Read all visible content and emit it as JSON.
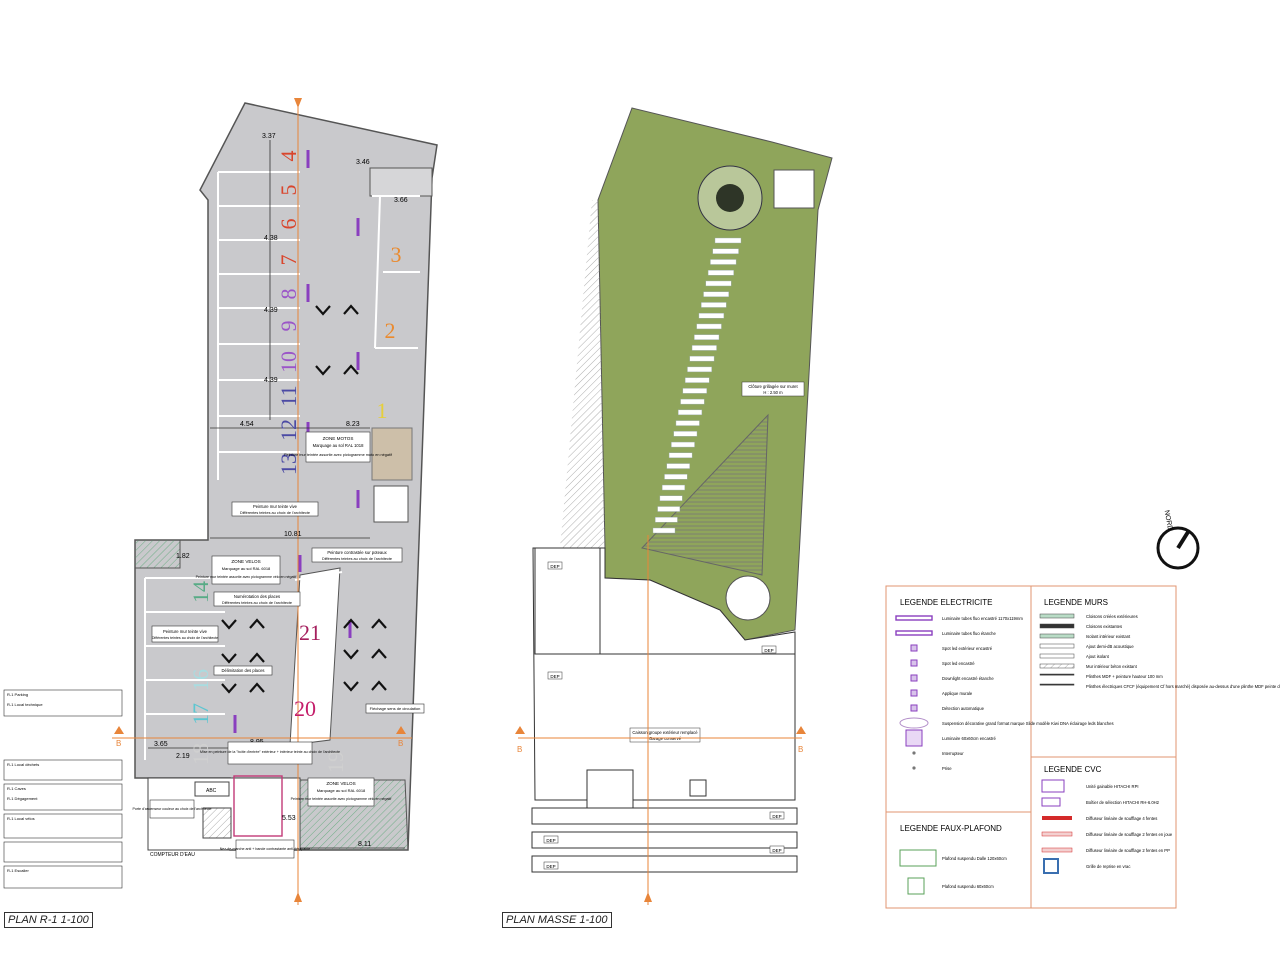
{
  "titles": {
    "plan_r1": "PLAN R-1 1-100",
    "plan_masse": "PLAN MASSE 1-100"
  },
  "colors": {
    "floor": "#c9c9cc",
    "lawn": "#8fa55b",
    "axis": "#e8853a",
    "legend_border": "#e29570",
    "purple": "#8a3fbf",
    "hatch_green": "#9cc3a8"
  },
  "parking_numbers": [
    {
      "label": "4",
      "color": "#d9452c"
    },
    {
      "label": "5",
      "color": "#d9452c"
    },
    {
      "label": "6",
      "color": "#d9452c"
    },
    {
      "label": "7",
      "color": "#d9452c"
    },
    {
      "label": "8",
      "color": "#9b55c8"
    },
    {
      "label": "9",
      "color": "#9b55c8"
    },
    {
      "label": "10",
      "color": "#9b55c8"
    },
    {
      "label": "11",
      "color": "#4b4aa4"
    },
    {
      "label": "12",
      "color": "#4b4aa4"
    },
    {
      "label": "13",
      "color": "#4b4aa4"
    },
    {
      "label": "3",
      "color": "#ea8a2e"
    },
    {
      "label": "2",
      "color": "#ea8a2e"
    },
    {
      "label": "1",
      "color": "#e6cf3a"
    },
    {
      "label": "14",
      "color": "#58ab86"
    },
    {
      "label": "16",
      "color": "#a8dce0"
    },
    {
      "label": "17",
      "color": "#5cc6d1"
    },
    {
      "label": "18",
      "color": "#d0d0d0"
    },
    {
      "label": "21",
      "color": "#a5205e"
    },
    {
      "label": "20",
      "color": "#c41d6a"
    },
    {
      "label": "19",
      "color": "#d0d0d0"
    }
  ],
  "dimensions": {
    "d1": "3.37",
    "d2": "3.46",
    "d3": "3.66",
    "d4": "4.38",
    "d5": "4.39",
    "d6": "4.39",
    "d7": "4.54",
    "d8": "8.23",
    "d9": "10.81",
    "d10": "1.82",
    "d11": "3.65",
    "d12": "8.95",
    "d13": "2.19",
    "d14": "5.53",
    "d15": "8.11"
  },
  "annotations": {
    "zone_motos": "ZONE MOTOS",
    "zone_motos_l2": "Marquage au sol RAL 1018",
    "peinture_motos": "Peinture mur teintée assortie avec pictogramme moto en négatif",
    "peinture_mur": "Peinture mur teinte vive",
    "peinture_mur_l2": "Différentes teintes au choix de l'architecte",
    "peinture_poteaux": "Peinture contrastée sur poteaux",
    "peinture_poteaux_l2": "Différentes teintes au choix de l'architecte",
    "zone_velos": "ZONE VELOS",
    "zone_velos_l2": "Marquage au sol RAL 6018",
    "peinture_velo": "Peinture mur teintée assortie avec pictogramme vélo en négatif",
    "numerotation": "Numérotation des places",
    "numerotation_l2": "Différentes teintes au choix de l'architecte",
    "peinture_mur2": "Peinture mur teinte vive",
    "peinture_mur2_l2": "Différentes teintes au choix de l'architecte",
    "delimitation": "Délimitation des places",
    "flechage": "Fléchage sens de circulation",
    "mise_peinture": "Mise en peinture de la \"boîte d'entrée\" extérieur + intérieur teinte au choix de l'architecte",
    "zone_velos2": "ZONE VELOS",
    "zone_velos2_l2": "Marquage au sol RAL 6018",
    "peinture_velo2": "Peinture mur teintée assortie avec pictogramme vélo en négatif",
    "nez_marche": "Nez-de-marche anti + bande contrastante anti-dérapante",
    "porte_couleur": "Porte d'ascenseur couleur au choix de l'architecte",
    "compteur": "COMPTEUR D'EAU",
    "abc": "ABC",
    "cloture": "Clôture grillagée sur muret",
    "cloture_l2": "H : 2.50 m",
    "caisson": "Caisson groupe extérieur remplacé",
    "caisson_l2": "Garage conservé",
    "dep": "DEP",
    "nord": "NORD",
    "axis_b": "B"
  },
  "left_table": [
    "R-1 Parking",
    "R-1 Local technique",
    "R-1 Local déchets",
    "R-1 Caves",
    "R-1 Dégagement",
    "R-1 Local vélos",
    "R-1 Escalier"
  ],
  "legend": {
    "electricite": {
      "title": "LEGENDE ELECTRICITE",
      "items": [
        "Luminaire tubes fluo encastré 1170x119mm",
        "Luminaire tubes fluo étanche",
        "Spot led extérieur encastré",
        "Spot led encastré",
        "Downlight encastré étanche",
        "Applique murale",
        "Détection automatique",
        "Suspension décorative grand format marque Slide modèle Kiwi DNA éclairage leds blanches",
        "Luminaire 60x60cm encastré",
        "Interrupteur",
        "Prise"
      ]
    },
    "murs": {
      "title": "LEGENDE MURS",
      "items": [
        "Cloisons créées extérieures",
        "Cloisons existantes",
        "Isolant intérieur existant",
        "Ajout demi-dB acoustique",
        "Ajout isolant",
        "Mur intérieur béton existant",
        "Plinthes MDF + peinture hauteur 100 mm",
        "Plinthes électriques CFCF (équipement Cf hors marché) disposée au-dessus d'une plinthe MDF peinte de hauteur 100 mm"
      ]
    },
    "cvc": {
      "title": "LEGENDE CVC",
      "items": [
        "Unité gainable HITACHI RPI",
        "Boîtier de sélection HITACHI RH-6.0H2",
        "Diffuseur linéaire de soufflage 4 fentes",
        "Diffuseur linéaire de soufflage 2 fentes en joue",
        "Diffuseur linéaire de soufflage 2 fentes en PP",
        "Grille de reprise en vrac"
      ]
    },
    "faux_plafond": {
      "title": "LEGENDE FAUX-PLAFOND",
      "items": [
        "Plafond suspendu Dalle 120x60cm",
        "Plafond suspendu 60x60cm"
      ]
    }
  }
}
